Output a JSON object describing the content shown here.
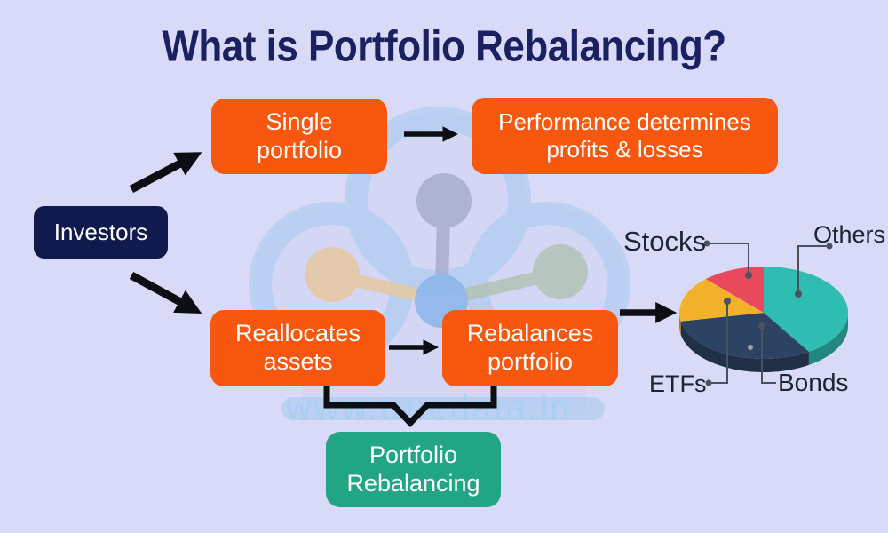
{
  "title": "What is Portfolio Rebalancing?",
  "watermark": "www.truedata.in",
  "flow": {
    "investors": "Investors",
    "single_portfolio": "Single portfolio",
    "performance": "Performance determines profits & losses",
    "reallocates": "Reallocates assets",
    "rebalances": "Rebalances portfolio",
    "result": "Portfolio Rebalancing"
  },
  "colors": {
    "bg": "#d9daf7",
    "title": "#1b2160",
    "orange": "#f7570e",
    "navy": "#111a4c",
    "green": "#21a584",
    "watermark": "#a9cff2",
    "label": "#1c2333",
    "arrow": "#0b0f14",
    "leader": "#4a5260"
  },
  "chart_data": {
    "type": "pie",
    "style": "3d",
    "title": "",
    "legend_position": "callout-labels",
    "start_angle_deg": 90,
    "direction": "clockwise",
    "values_are_percent_estimates": true,
    "slices": [
      {
        "label": "Others",
        "value": 41,
        "color": "#2fbcb3"
      },
      {
        "label": "Bonds",
        "value": 31,
        "color": "#2d4363"
      },
      {
        "label": "ETFs",
        "value": 16,
        "color": "#f2b02b"
      },
      {
        "label": "Stocks",
        "value": 12,
        "color": "#e9495d"
      }
    ]
  }
}
